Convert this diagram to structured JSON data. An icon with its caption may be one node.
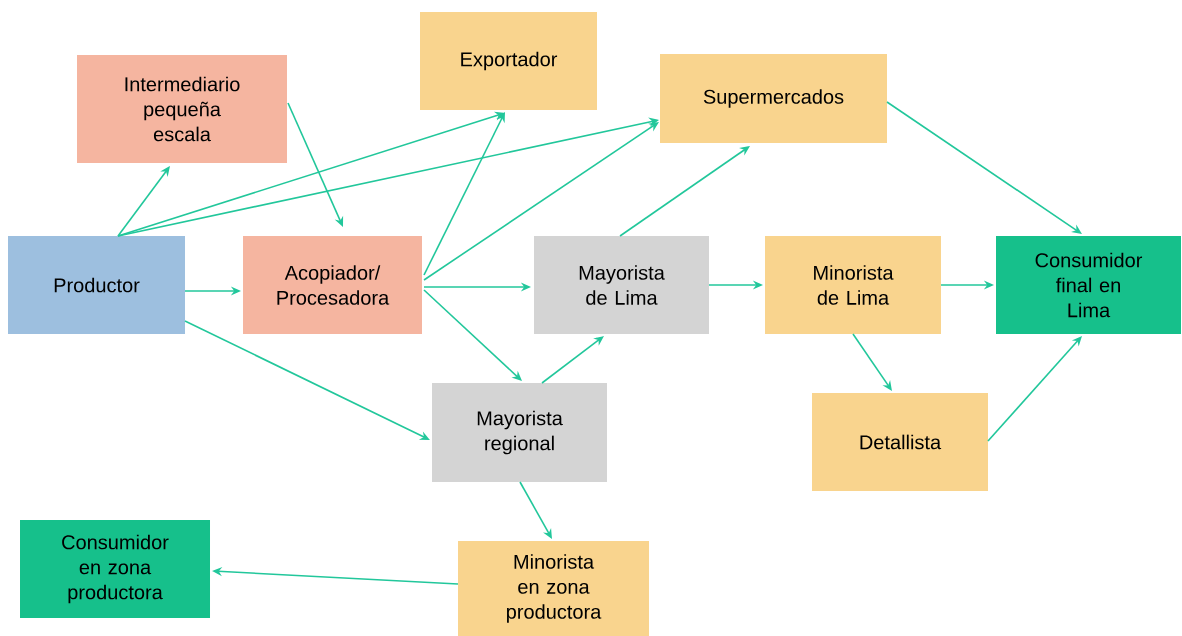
{
  "diagram": {
    "nodes": [
      {
        "text": [
          "Intermediario pequeña escala"
        ]
      },
      {
        "text": [
          "Exportador"
        ]
      },
      {
        "text": [
          "Supermercados"
        ]
      },
      {
        "text": [
          "Productor"
        ]
      },
      {
        "text": [
          "Acopiador/ Procesadora"
        ]
      },
      {
        "text": [
          "Mayorista de Lima"
        ]
      },
      {
        "text": [
          "Minorista de Lima"
        ]
      },
      {
        "text": [
          "Consumidor final en Lima"
        ]
      },
      {
        "text": [
          "Mayorista regional"
        ]
      },
      {
        "text": [
          "Detallista"
        ]
      },
      {
        "text": [
          "Consumidor en zona productora"
        ]
      },
      {
        "text": [
          "Minorista en zona productora"
        ]
      }
    ],
    "edges": [
      {
        "from": 3,
        "to": 0,
        "arrow": "to"
      },
      {
        "from": 3,
        "to": 1,
        "arrow": "to"
      },
      {
        "from": 3,
        "to": 2,
        "arrow": "to"
      },
      {
        "from": 3,
        "to": 4,
        "arrow": "to"
      },
      {
        "from": 3,
        "to": 8,
        "arrow": "to"
      },
      {
        "from": 0,
        "to": 4,
        "arrow": "to"
      },
      {
        "from": 4,
        "to": 1,
        "arrow": "to"
      },
      {
        "from": 4,
        "to": 2,
        "arrow": "to"
      },
      {
        "from": 4,
        "to": 5,
        "arrow": "to"
      },
      {
        "from": 4,
        "to": 8,
        "arrow": "to"
      },
      {
        "from": 8,
        "to": 5,
        "arrow": "to"
      },
      {
        "from": 5,
        "to": 2,
        "arrow": "to"
      },
      {
        "from": 5,
        "to": 6,
        "arrow": "to"
      },
      {
        "from": 6,
        "to": 7,
        "arrow": "to"
      },
      {
        "from": 2,
        "to": 7,
        "arrow": "to"
      },
      {
        "from": 6,
        "to": 9,
        "arrow": "to"
      },
      {
        "from": 9,
        "to": 7,
        "arrow": "to"
      },
      {
        "from": 8,
        "to": 11,
        "arrow": "to"
      },
      {
        "from": 11,
        "to": 10,
        "arrow": "to"
      }
    ]
  }
}
